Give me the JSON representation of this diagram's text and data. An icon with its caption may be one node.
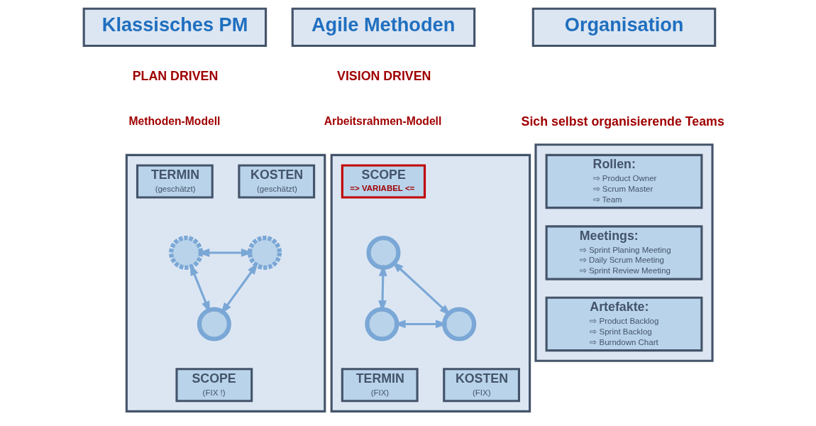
{
  "diagram": {
    "nodes": [
      {
        "text": [
          "Klassisches PM"
        ]
      },
      {
        "text": [
          "Agile Methoden"
        ]
      },
      {
        "text": [
          "Organisation"
        ]
      },
      {
        "text": [],
        "shape": "box"
      },
      {
        "text": [
          "TERMIN",
          "(geschätzt)"
        ],
        "in": 3
      },
      {
        "text": [
          "KOSTEN",
          "(geschätzt)"
        ],
        "in": 3
      },
      {
        "text": [],
        "shape": "circle",
        "in": 3
      },
      {
        "text": [],
        "shape": "circle",
        "in": 3
      },
      {
        "text": [],
        "shape": "circle",
        "in": 3
      },
      {
        "text": [
          "SCOPE",
          "(FIX !)"
        ],
        "in": 3
      },
      {
        "text": [],
        "shape": "box"
      },
      {
        "text": [
          "SCOPE",
          "=> VARIABEL <="
        ],
        "in": 10
      },
      {
        "text": [],
        "shape": "circle",
        "in": 10
      },
      {
        "text": [],
        "shape": "circle",
        "in": 10
      },
      {
        "text": [],
        "shape": "circle",
        "in": 10
      },
      {
        "text": [
          "TERMIN",
          "(FIX)"
        ],
        "in": 10
      },
      {
        "text": [
          "KOSTEN",
          "(FIX)"
        ],
        "in": 10
      },
      {
        "text": [],
        "shape": "box"
      },
      {
        "text": [
          "Rollen:",
          "⇨ Product Owner",
          "⇨ Scrum Master",
          "⇨ Team"
        ],
        "in": 17
      },
      {
        "text": [
          "Meetings:",
          "⇨ Sprint Planing Meeting",
          "⇨ Daily Scrum Meeting",
          "⇨ Sprint Review Meeting"
        ],
        "in": 17
      },
      {
        "text": [
          "Artefakte:",
          "⇨ Product Backlog",
          "⇨ Sprint Backlog",
          "⇨ Burndown Chart"
        ],
        "in": 17
      }
    ],
    "edges": [
      {
        "from": 6,
        "to": 7,
        "arrow": "both"
      },
      {
        "from": 6,
        "to": 8,
        "arrow": "both"
      },
      {
        "from": 7,
        "to": 8,
        "arrow": "both"
      },
      {
        "from": 12,
        "to": 13,
        "arrow": "both"
      },
      {
        "from": 12,
        "to": 14,
        "arrow": "both"
      },
      {
        "from": 13,
        "to": 14,
        "arrow": "both"
      }
    ],
    "labels": [
      "PLAN DRIVEN",
      "Methoden-Modell",
      "VISION DRIVEN",
      "Arbeitsrahmen-Modell",
      "Sich selbst organisierende Teams"
    ]
  }
}
